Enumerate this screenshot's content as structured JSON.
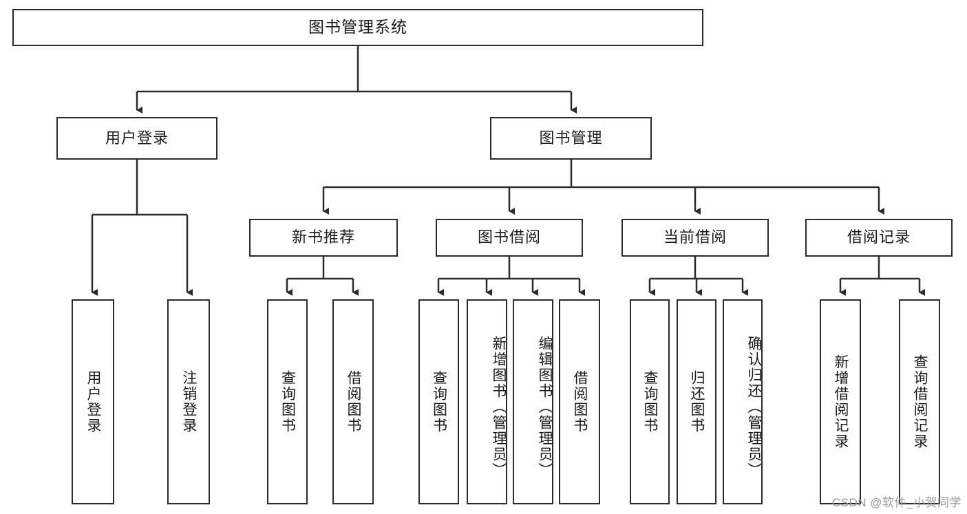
{
  "diagram": {
    "title": "图书管理系统",
    "type": "tree-hierarchy",
    "watermark": "CSDN @软件_小贺同学",
    "stroke_color": "#2b2b2b",
    "background_color": "#ffffff",
    "text_color": "#1a1a1a",
    "nodes": {
      "root": {
        "label": "图书管理系统"
      },
      "level1": [
        {
          "label": "用户登录"
        },
        {
          "label": "图书管理"
        }
      ],
      "level2": [
        {
          "label": "新书推荐"
        },
        {
          "label": "图书借阅"
        },
        {
          "label": "当前借阅"
        },
        {
          "label": "借阅记录"
        }
      ],
      "leaves": {
        "user_login": [
          {
            "label": "用户登录"
          },
          {
            "label": "注销登录"
          }
        ],
        "new_book_recommend": [
          {
            "label": "查询图书"
          },
          {
            "label": "借阅图书"
          }
        ],
        "book_borrow": [
          {
            "label": "查询图书"
          },
          {
            "label": "新增图书（管理员）"
          },
          {
            "label": "编辑图书（管理员）"
          },
          {
            "label": "借阅图书"
          }
        ],
        "current_borrow": [
          {
            "label": "查询图书"
          },
          {
            "label": "归还图书"
          },
          {
            "label": "确认归还（管理员）"
          }
        ],
        "borrow_record": [
          {
            "label": "新增借阅记录"
          },
          {
            "label": "查询借阅记录"
          }
        ]
      }
    }
  }
}
